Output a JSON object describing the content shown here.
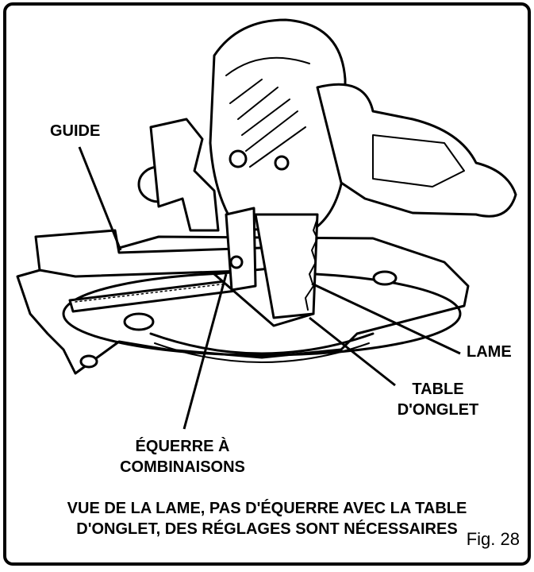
{
  "labels": {
    "guide": "GUIDE",
    "lame": "LAME",
    "table_line1": "TABLE",
    "table_line2": "D'ONGLET",
    "equerre_line1": "ÉQUERRE À",
    "equerre_line2": "COMBINAISONS"
  },
  "caption": {
    "line1": "VUE DE LA LAME, PAS D'ÉQUERRE AVEC LA TABLE",
    "line2": "D'ONGLET, DES RÉGLAGES SONT NÉCESSAIRES"
  },
  "figure_number": "Fig. 28",
  "colors": {
    "ink": "#000000",
    "paper": "#ffffff"
  }
}
